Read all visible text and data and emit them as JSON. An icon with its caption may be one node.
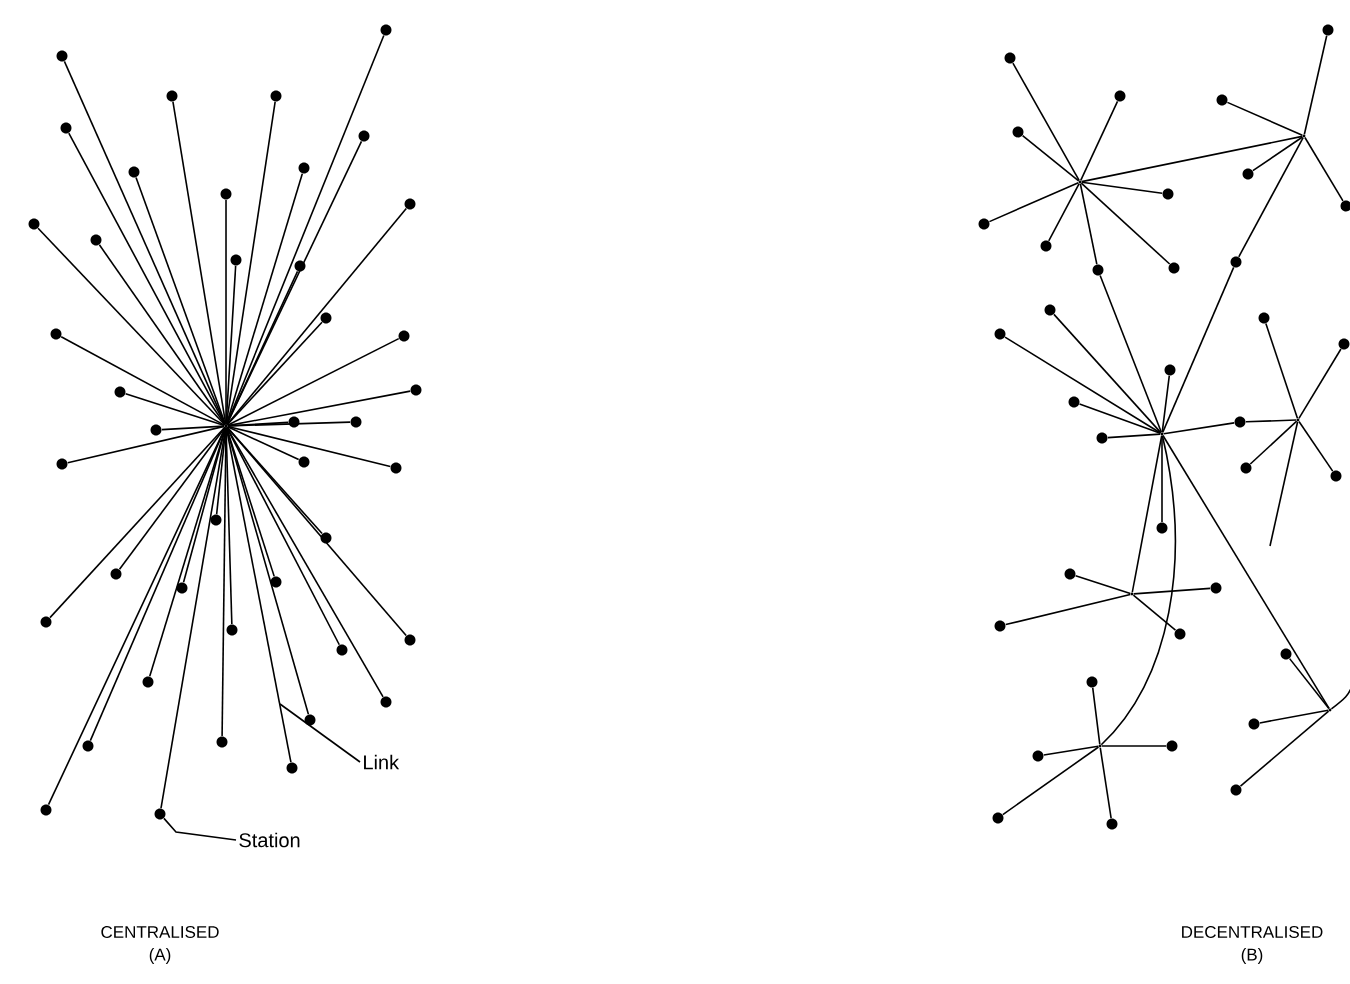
{
  "diagram": {
    "nodes": [
      {
        "text": [],
        "shape": "point"
      },
      {
        "text": [],
        "shape": "circle"
      },
      {
        "text": [],
        "shape": "circle"
      },
      {
        "text": [],
        "shape": "circle"
      },
      {
        "text": [],
        "shape": "circle"
      },
      {
        "text": [],
        "shape": "circle"
      },
      {
        "text": [],
        "shape": "circle"
      },
      {
        "text": [],
        "shape": "circle"
      },
      {
        "text": [],
        "shape": "circle"
      },
      {
        "text": [],
        "shape": "circle"
      },
      {
        "text": [],
        "shape": "circle"
      },
      {
        "text": [],
        "shape": "circle"
      },
      {
        "text": [],
        "shape": "circle"
      },
      {
        "text": [],
        "shape": "circle"
      },
      {
        "text": [],
        "shape": "circle"
      },
      {
        "text": [],
        "shape": "circle"
      },
      {
        "text": [],
        "shape": "circle"
      },
      {
        "text": [],
        "shape": "circle"
      },
      {
        "text": [],
        "shape": "circle"
      },
      {
        "text": [],
        "shape": "circle"
      },
      {
        "text": [],
        "shape": "circle"
      },
      {
        "text": [],
        "shape": "circle"
      },
      {
        "text": [],
        "shape": "circle"
      },
      {
        "text": [],
        "shape": "circle"
      },
      {
        "text": [],
        "shape": "circle"
      },
      {
        "text": [],
        "shape": "circle"
      },
      {
        "text": [],
        "shape": "circle"
      },
      {
        "text": [],
        "shape": "circle"
      },
      {
        "text": [],
        "shape": "circle"
      },
      {
        "text": [],
        "shape": "circle"
      },
      {
        "text": [],
        "shape": "circle"
      },
      {
        "text": [],
        "shape": "circle"
      },
      {
        "text": [],
        "shape": "circle"
      },
      {
        "text": [],
        "shape": "circle"
      },
      {
        "text": [],
        "shape": "circle"
      },
      {
        "text": [],
        "shape": "circle"
      },
      {
        "text": [],
        "shape": "circle"
      },
      {
        "text": [],
        "shape": "circle"
      },
      {
        "text": [],
        "shape": "circle"
      },
      {
        "text": [],
        "shape": "circle"
      },
      {
        "text": [],
        "shape": "circle"
      },
      {
        "text": [],
        "shape": "circle"
      },
      {
        "text": [],
        "shape": "circle"
      },
      {
        "text": [
          "Link"
        ]
      },
      {
        "text": [
          "Station"
        ]
      },
      {
        "text": [],
        "shape": "point"
      },
      {
        "text": [],
        "shape": "circle"
      },
      {
        "text": [],
        "shape": "circle"
      },
      {
        "text": [],
        "shape": "circle"
      },
      {
        "text": [],
        "shape": "circle"
      },
      {
        "text": [],
        "shape": "circle"
      },
      {
        "text": [],
        "shape": "circle"
      },
      {
        "text": [],
        "shape": "circle"
      },
      {
        "text": [],
        "shape": "circle"
      },
      {
        "text": [],
        "shape": "point"
      },
      {
        "text": [],
        "shape": "circle"
      },
      {
        "text": [],
        "shape": "circle"
      },
      {
        "text": [],
        "shape": "circle"
      },
      {
        "text": [],
        "shape": "circle"
      },
      {
        "text": [],
        "shape": "circle"
      },
      {
        "text": [],
        "shape": "point"
      },
      {
        "text": [],
        "shape": "circle"
      },
      {
        "text": [],
        "shape": "circle"
      },
      {
        "text": [],
        "shape": "circle"
      },
      {
        "text": [],
        "shape": "circle"
      },
      {
        "text": [],
        "shape": "circle"
      },
      {
        "text": [],
        "shape": "circle"
      },
      {
        "text": [],
        "shape": "circle"
      },
      {
        "text": [],
        "shape": "point"
      },
      {
        "text": [],
        "shape": "circle"
      },
      {
        "text": [],
        "shape": "circle"
      },
      {
        "text": [],
        "shape": "circle"
      },
      {
        "text": [],
        "shape": "circle"
      },
      {
        "text": [],
        "shape": "point"
      },
      {
        "text": [],
        "shape": "circle"
      },
      {
        "text": [],
        "shape": "circle"
      },
      {
        "text": [],
        "shape": "circle"
      },
      {
        "text": [],
        "shape": "circle"
      },
      {
        "text": [],
        "shape": "point"
      },
      {
        "text": [],
        "shape": "circle"
      },
      {
        "text": [],
        "shape": "circle"
      },
      {
        "text": [],
        "shape": "circle"
      },
      {
        "text": [],
        "shape": "circle"
      },
      {
        "text": [],
        "shape": "circle"
      },
      {
        "text": [],
        "shape": "point"
      },
      {
        "text": [],
        "shape": "circle"
      },
      {
        "text": [],
        "shape": "circle"
      },
      {
        "text": [],
        "shape": "circle"
      }
    ],
    "edges": [
      {
        "from": 0,
        "to": 1,
        "arrow": "none"
      },
      {
        "from": 0,
        "to": 2,
        "arrow": "none"
      },
      {
        "from": 0,
        "to": 3,
        "arrow": "none"
      },
      {
        "from": 0,
        "to": 4,
        "arrow": "none"
      },
      {
        "from": 0,
        "to": 5,
        "arrow": "none"
      },
      {
        "from": 0,
        "to": 6,
        "arrow": "none"
      },
      {
        "from": 0,
        "to": 7,
        "arrow": "none"
      },
      {
        "from": 0,
        "to": 8,
        "arrow": "none"
      },
      {
        "from": 0,
        "to": 9,
        "arrow": "none"
      },
      {
        "from": 0,
        "to": 10,
        "arrow": "none"
      },
      {
        "from": 0,
        "to": 11,
        "arrow": "none"
      },
      {
        "from": 0,
        "to": 12,
        "arrow": "none"
      },
      {
        "from": 0,
        "to": 13,
        "arrow": "none"
      },
      {
        "from": 0,
        "to": 14,
        "arrow": "none"
      },
      {
        "from": 0,
        "to": 15,
        "arrow": "none"
      },
      {
        "from": 0,
        "to": 16,
        "arrow": "none"
      },
      {
        "from": 0,
        "to": 17,
        "arrow": "none"
      },
      {
        "from": 0,
        "to": 18,
        "arrow": "none"
      },
      {
        "from": 0,
        "to": 19,
        "arrow": "none"
      },
      {
        "from": 0,
        "to": 20,
        "arrow": "none"
      },
      {
        "from": 0,
        "to": 21,
        "arrow": "none"
      },
      {
        "from": 0,
        "to": 22,
        "arrow": "none"
      },
      {
        "from": 0,
        "to": 23,
        "arrow": "none"
      },
      {
        "from": 0,
        "to": 24,
        "arrow": "none"
      },
      {
        "from": 0,
        "to": 25,
        "arrow": "none"
      },
      {
        "from": 0,
        "to": 26,
        "arrow": "none"
      },
      {
        "from": 0,
        "to": 27,
        "arrow": "none"
      },
      {
        "from": 0,
        "to": 28,
        "arrow": "none"
      },
      {
        "from": 0,
        "to": 29,
        "arrow": "none"
      },
      {
        "from": 0,
        "to": 30,
        "arrow": "none"
      },
      {
        "from": 0,
        "to": 31,
        "arrow": "none"
      },
      {
        "from": 0,
        "to": 32,
        "arrow": "none"
      },
      {
        "from": 0,
        "to": 33,
        "arrow": "none"
      },
      {
        "from": 0,
        "to": 34,
        "arrow": "none"
      },
      {
        "from": 0,
        "to": 35,
        "arrow": "none"
      },
      {
        "from": 0,
        "to": 36,
        "arrow": "none"
      },
      {
        "from": 0,
        "to": 37,
        "arrow": "none"
      },
      {
        "from": 0,
        "to": 38,
        "arrow": "none"
      },
      {
        "from": 0,
        "to": 39,
        "arrow": "none"
      },
      {
        "from": 0,
        "to": 40,
        "arrow": "none"
      },
      {
        "from": 0,
        "to": 41,
        "arrow": "none"
      },
      {
        "from": 0,
        "to": 42,
        "arrow": "none"
      },
      {
        "from": 43,
        "to": null,
        "arrow": "none"
      },
      {
        "from": 44,
        "to": 42,
        "arrow": "none"
      },
      {
        "from": 45,
        "to": 46,
        "arrow": "none"
      },
      {
        "from": 45,
        "to": 47,
        "arrow": "none"
      },
      {
        "from": 45,
        "to": 48,
        "arrow": "none"
      },
      {
        "from": 45,
        "to": 49,
        "arrow": "none"
      },
      {
        "from": 45,
        "to": 50,
        "arrow": "none"
      },
      {
        "from": 45,
        "to": 51,
        "arrow": "none"
      },
      {
        "from": 45,
        "to": 52,
        "arrow": "none"
      },
      {
        "from": 45,
        "to": 53,
        "arrow": "none"
      },
      {
        "from": 45,
        "to": 54,
        "arrow": "none"
      },
      {
        "from": 52,
        "to": 60,
        "arrow": "none"
      },
      {
        "from": 54,
        "to": 55,
        "arrow": "none"
      },
      {
        "from": 54,
        "to": 56,
        "arrow": "none"
      },
      {
        "from": 54,
        "to": 57,
        "arrow": "none"
      },
      {
        "from": 54,
        "to": 58,
        "arrow": "none"
      },
      {
        "from": 54,
        "to": 59,
        "arrow": "none"
      },
      {
        "from": 59,
        "to": 60,
        "arrow": "none"
      },
      {
        "from": 60,
        "to": 61,
        "arrow": "none"
      },
      {
        "from": 60,
        "to": 62,
        "arrow": "none"
      },
      {
        "from": 60,
        "to": 63,
        "arrow": "none"
      },
      {
        "from": 60,
        "to": 64,
        "arrow": "none"
      },
      {
        "from": 60,
        "to": 65,
        "arrow": "none"
      },
      {
        "from": 60,
        "to": 66,
        "arrow": "none"
      },
      {
        "from": 60,
        "to": 67,
        "arrow": "none"
      },
      {
        "from": 67,
        "to": 68,
        "arrow": "none"
      },
      {
        "from": 68,
        "to": 69,
        "arrow": "none"
      },
      {
        "from": 68,
        "to": 70,
        "arrow": "none"
      },
      {
        "from": 68,
        "to": 71,
        "arrow": "none"
      },
      {
        "from": 68,
        "to": 72,
        "arrow": "none"
      },
      {
        "from": 68,
        "to": null,
        "arrow": "none"
      },
      {
        "from": 60,
        "to": 73,
        "arrow": "none"
      },
      {
        "from": 73,
        "to": 74,
        "arrow": "none"
      },
      {
        "from": 73,
        "to": 75,
        "arrow": "none"
      },
      {
        "from": 73,
        "to": 76,
        "arrow": "none"
      },
      {
        "from": 73,
        "to": 77,
        "arrow": "none"
      },
      {
        "from": 60,
        "to": 78,
        "arrow": "none"
      },
      {
        "from": 78,
        "to": 79,
        "arrow": "none"
      },
      {
        "from": 78,
        "to": 80,
        "arrow": "none"
      },
      {
        "from": 78,
        "to": 81,
        "arrow": "none"
      },
      {
        "from": 78,
        "to": 82,
        "arrow": "none"
      },
      {
        "from": 78,
        "to": 83,
        "arrow": "none"
      },
      {
        "from": 60,
        "to": 84,
        "arrow": "none"
      },
      {
        "from": 84,
        "to": 85,
        "arrow": "none"
      },
      {
        "from": 84,
        "to": 86,
        "arrow": "none"
      },
      {
        "from": 84,
        "to": 87,
        "arrow": "none"
      },
      {
        "from": 84,
        "to": null,
        "arrow": "none"
      }
    ],
    "labels": [
      "CENTRALISED",
      "(A)",
      "DECENTRALISED",
      "(B)"
    ]
  }
}
